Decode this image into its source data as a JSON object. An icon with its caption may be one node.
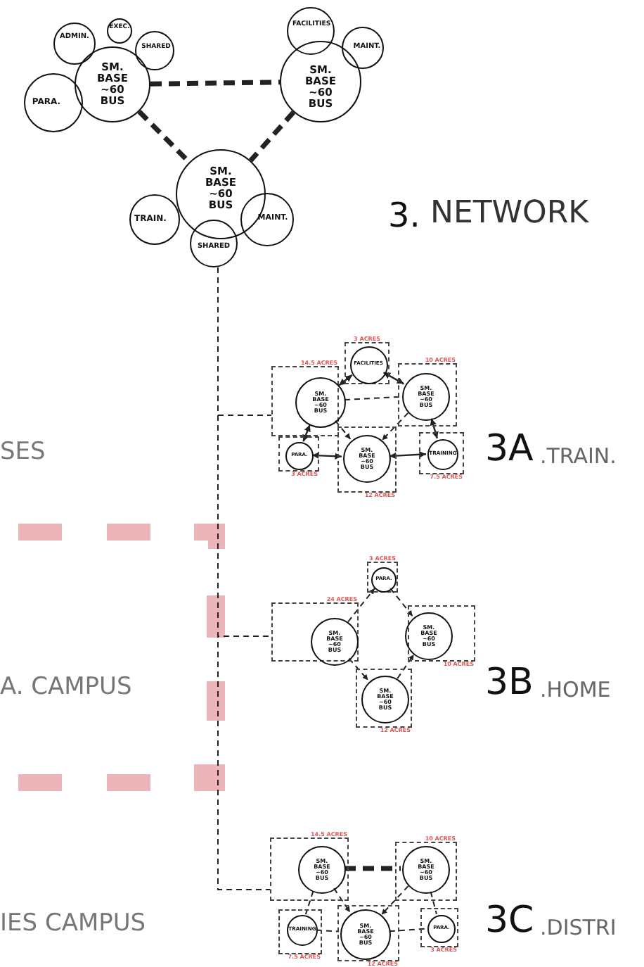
{
  "diagram": {
    "nodes": [
      {
        "text": [
          "SM. BASE ~60 BUS"
        ]
      },
      {
        "text": [
          "ADMIN."
        ]
      },
      {
        "text": [
          "EXEC."
        ]
      },
      {
        "text": [
          "SHARED"
        ]
      },
      {
        "text": [
          "PARA."
        ]
      },
      {
        "text": [
          "SM. BASE ~60 BUS"
        ]
      },
      {
        "text": [
          "FACILITIES"
        ]
      },
      {
        "text": [
          "MAINT."
        ]
      },
      {
        "text": [
          "SM. BASE ~60 BUS"
        ]
      },
      {
        "text": [
          "TRAIN."
        ]
      },
      {
        "text": [
          "SHARED"
        ]
      },
      {
        "text": [
          "MAINT."
        ]
      },
      {
        "text": [],
        "shape": "box",
        "beside": [
          "14.5 ACRES"
        ]
      },
      {
        "text": [
          "SM. BASE ~60 BUS"
        ],
        "in": 12
      },
      {
        "text": [],
        "shape": "box",
        "beside": [
          "3 ACRES"
        ]
      },
      {
        "text": [
          "FACILITIES"
        ],
        "in": 14
      },
      {
        "text": [],
        "shape": "box",
        "beside": [
          "10 ACRES"
        ]
      },
      {
        "text": [
          "SM. BASE ~60 BUS"
        ],
        "in": 16
      },
      {
        "text": [],
        "shape": "box",
        "beside": [
          "3 ACRES"
        ]
      },
      {
        "text": [
          "PARA."
        ],
        "in": 18
      },
      {
        "text": [],
        "shape": "box",
        "beside": [
          "12 ACRES"
        ]
      },
      {
        "text": [
          "SM. BASE ~60 BUS"
        ],
        "in": 20
      },
      {
        "text": [],
        "shape": "box",
        "beside": [
          "7.5 ACRES"
        ]
      },
      {
        "text": [
          "TRAINING"
        ],
        "in": 22
      },
      {
        "text": [],
        "shape": "box",
        "beside": [
          "24 ACRES"
        ]
      },
      {
        "text": [
          "SM. BASE ~60 BUS"
        ],
        "in": 24
      },
      {
        "text": [],
        "shape": "box",
        "beside": [
          "3 ACRES"
        ]
      },
      {
        "text": [
          "PARA."
        ],
        "in": 26
      },
      {
        "text": [],
        "shape": "box",
        "beside": [
          "10 ACRES"
        ]
      },
      {
        "text": [
          "SM. BASE ~60 BUS"
        ],
        "in": 28
      },
      {
        "text": [],
        "shape": "box",
        "beside": [
          "12 ACRES"
        ]
      },
      {
        "text": [
          "SM. BASE ~60 BUS"
        ],
        "in": 30
      },
      {
        "text": [],
        "shape": "box",
        "beside": [
          "14.5 ACRES"
        ]
      },
      {
        "text": [
          "SM. BASE ~60 BUS"
        ],
        "in": 32
      },
      {
        "text": [],
        "shape": "box",
        "beside": [
          "10 ACRES"
        ]
      },
      {
        "text": [
          "SM. BASE ~60 BUS"
        ],
        "in": 34
      },
      {
        "text": [],
        "shape": "box",
        "beside": [
          "7.5 ACRES"
        ]
      },
      {
        "text": [
          "TRAINING"
        ],
        "in": 36
      },
      {
        "text": [],
        "shape": "box",
        "beside": [
          "12 ACRES"
        ]
      },
      {
        "text": [
          "SM. BASE ~60 BUS"
        ],
        "in": 38
      },
      {
        "text": [],
        "shape": "box",
        "beside": [
          "3 ACRES"
        ]
      },
      {
        "text": [
          "PARA."
        ],
        "in": 40
      }
    ],
    "edges": [
      {
        "from": 0,
        "to": 5,
        "arrow": "none",
        "style": "dashed"
      },
      {
        "from": 0,
        "to": 8,
        "arrow": "none",
        "style": "dashed"
      },
      {
        "from": 5,
        "to": 8,
        "arrow": "none",
        "style": "dashed"
      },
      {
        "from": 10,
        "to": 12,
        "arrow": "none",
        "style": "dashed"
      },
      {
        "from": 10,
        "to": 24,
        "arrow": "none",
        "style": "dashed"
      },
      {
        "from": 10,
        "to": 32,
        "arrow": "none",
        "style": "dashed"
      },
      {
        "from": 13,
        "to": 15,
        "arrow": "both"
      },
      {
        "from": 15,
        "to": 17,
        "arrow": "both"
      },
      {
        "from": 13,
        "to": 17,
        "arrow": "none",
        "style": "dashed"
      },
      {
        "from": 13,
        "to": 21,
        "arrow": "to",
        "style": "dashed"
      },
      {
        "from": 17,
        "to": 21,
        "arrow": "to",
        "style": "dashed"
      },
      {
        "from": 13,
        "to": 19,
        "arrow": "both"
      },
      {
        "from": 19,
        "to": 21,
        "arrow": "both"
      },
      {
        "from": 23,
        "to": 21,
        "arrow": "both"
      },
      {
        "from": 17,
        "to": 23,
        "arrow": "both"
      },
      {
        "from": 25,
        "to": 27,
        "arrow": "to",
        "style": "dashed"
      },
      {
        "from": 27,
        "to": 29,
        "arrow": "to",
        "style": "dashed"
      },
      {
        "from": 25,
        "to": 31,
        "arrow": "to",
        "style": "dashed"
      },
      {
        "from": 31,
        "to": 29,
        "arrow": "to",
        "style": "dashed"
      },
      {
        "from": 33,
        "to": 35,
        "arrow": "none",
        "style": "dashed"
      },
      {
        "from": 33,
        "to": 39,
        "arrow": "to",
        "style": "dashed"
      },
      {
        "from": 35,
        "to": 39,
        "arrow": "to",
        "style": "dashed"
      },
      {
        "from": 33,
        "to": 37,
        "arrow": "none",
        "style": "dashed"
      },
      {
        "from": 37,
        "to": 39,
        "arrow": "none",
        "style": "dashed"
      },
      {
        "from": 39,
        "to": 41,
        "arrow": "none",
        "style": "dashed"
      },
      {
        "from": 35,
        "to": 41,
        "arrow": "none",
        "style": "dashed"
      }
    ],
    "labels": [
      "3.",
      "NETWORK",
      "SES",
      "3A",
      ".TRAIN.",
      "A. CAMPUS",
      "3B",
      ".HOME",
      "IES CAMPUS",
      "3C",
      ".DISTRI"
    ]
  }
}
